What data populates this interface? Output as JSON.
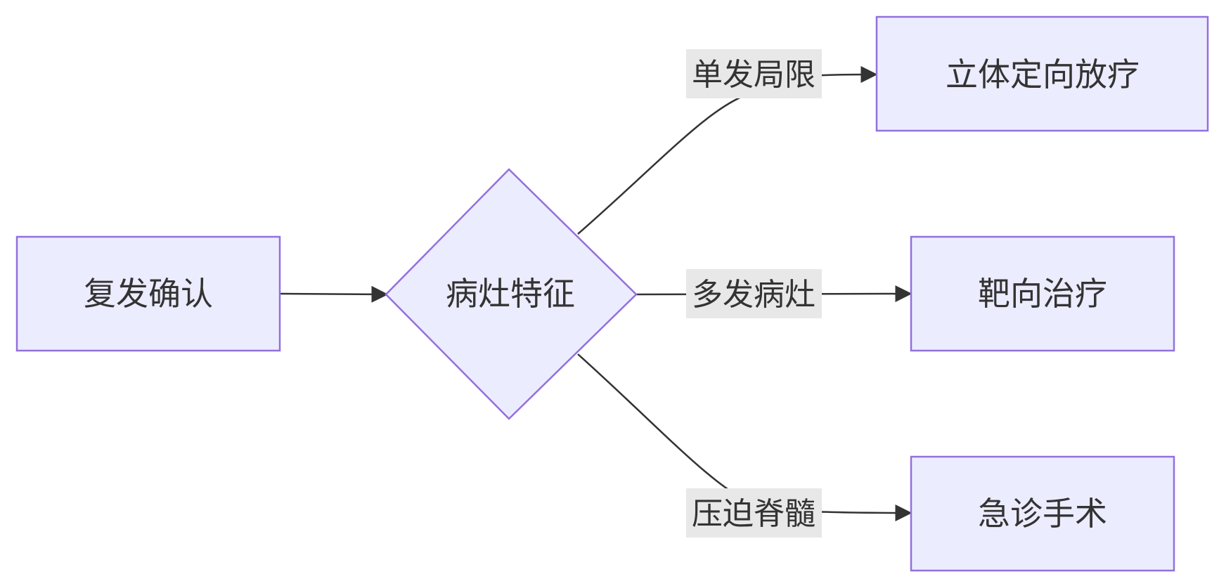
{
  "colors": {
    "node_fill": "#ECECFF",
    "node_stroke": "#9370DB",
    "edge": "#333333",
    "edge_label_bg": "#E8E8E8",
    "text": "#333333"
  },
  "nodes": {
    "recurrence": {
      "label": "复发确认",
      "shape": "rectangle"
    },
    "lesion": {
      "label": "病灶特征",
      "shape": "diamond"
    },
    "sbrt": {
      "label": "立体定向放疗",
      "shape": "rectangle"
    },
    "targeted": {
      "label": "靶向治疗",
      "shape": "rectangle"
    },
    "surgery": {
      "label": "急诊手术",
      "shape": "rectangle"
    }
  },
  "edges": {
    "recurrence_to_lesion": {
      "from": "复发确认",
      "to": "病灶特征",
      "label": ""
    },
    "lesion_to_sbrt": {
      "from": "病灶特征",
      "to": "立体定向放疗",
      "label": "单发局限"
    },
    "lesion_to_targeted": {
      "from": "病灶特征",
      "to": "靶向治疗",
      "label": "多发病灶"
    },
    "lesion_to_surgery": {
      "from": "病灶特征",
      "to": "急诊手术",
      "label": "压迫脊髓"
    }
  }
}
